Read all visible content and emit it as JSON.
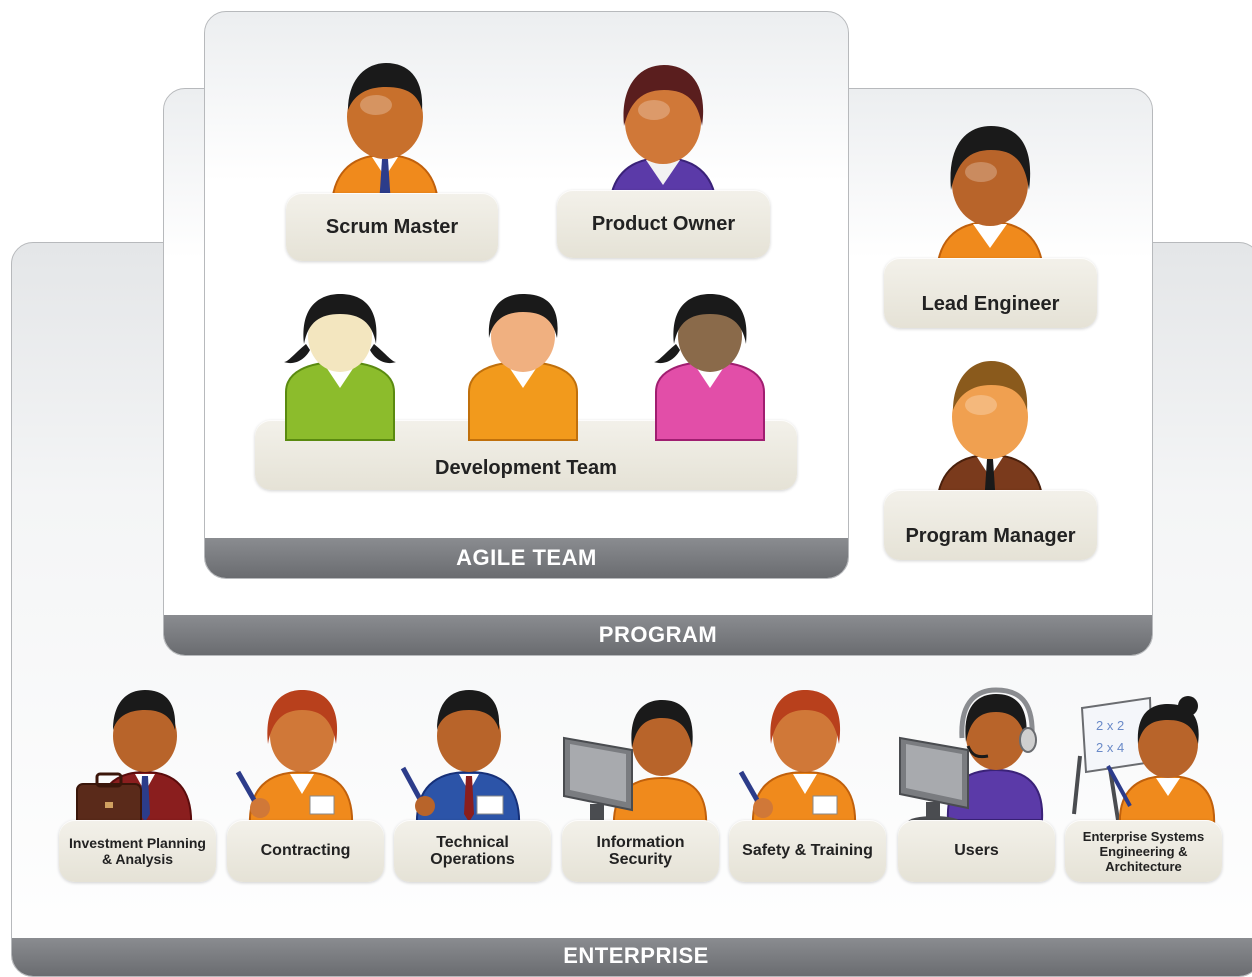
{
  "layers": {
    "enterprise": {
      "label": "ENTERPRISE"
    },
    "program": {
      "label": "PROGRAM"
    },
    "agile_team": {
      "label": "AGILE TEAM"
    }
  },
  "agile_team_roles": {
    "scrum_master": "Scrum Master",
    "product_owner": "Product Owner",
    "development_team": "Development Team"
  },
  "program_roles": {
    "lead_engineer": "Lead Engineer",
    "program_manager": "Program Manager"
  },
  "enterprise_roles": [
    {
      "line1": "Investment Planning",
      "line2": "& Analysis"
    },
    {
      "line1": "Contracting",
      "line2": ""
    },
    {
      "line1": "Technical",
      "line2": "Operations"
    },
    {
      "line1": "Information",
      "line2": "Security"
    },
    {
      "line1": "Safety & Training",
      "line2": ""
    },
    {
      "line1": "Users",
      "line2": ""
    },
    {
      "line1": "Enterprise Systems",
      "line2": "Engineering &",
      "line3": "Architecture"
    }
  ],
  "whiteboard_text": {
    "line1": "2 x 2",
    "line2": "2 x 4"
  },
  "colors": {
    "bar": "#6f7175",
    "panel_border": "#b7b9bc",
    "plate": "#ebe8de",
    "skin_dark": "#b8642a",
    "skin_light": "#f3e6bf",
    "suit_orange": "#f08a1c",
    "suit_purple": "#5b3aa8",
    "suit_green": "#8cbc2c",
    "suit_pink": "#e24ea8",
    "suit_blue": "#2c54a8",
    "suit_brown": "#7a3a1c",
    "suit_maroon": "#8a1e1e"
  }
}
